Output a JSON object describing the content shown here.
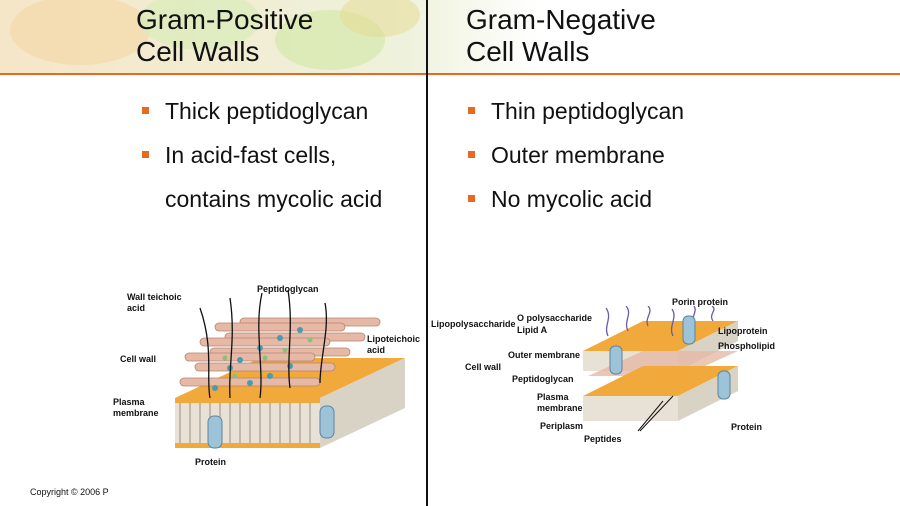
{
  "left": {
    "title_line1": "Gram-Positive",
    "title_line2": "Cell Walls",
    "bullets": [
      "Thick peptidoglycan",
      "In acid-fast cells,",
      "contains mycolic acid"
    ],
    "labels": {
      "peptidoglycan": "Peptidoglycan",
      "wall_teichoic": "Wall teichoic",
      "wall_teichoic2": "acid",
      "lipoteichoic": "Lipoteichoic",
      "lipoteichoic2": "acid",
      "cell_wall": "Cell wall",
      "plasma": "Plasma",
      "plasma2": "membrane",
      "protein": "Protein"
    }
  },
  "right": {
    "title_line1": "Gram-Negative",
    "title_line2": "Cell Walls",
    "bullets": [
      "Thin peptidoglycan",
      "Outer membrane",
      "No mycolic acid"
    ],
    "labels": {
      "porin": "Porin protein",
      "o_poly": "O polysaccharide",
      "lipid_a": "Lipid A",
      "lps": "Lipopolysaccharide",
      "lipoprotein": "Lipoprotein",
      "phospholipid": "Phospholipid",
      "outer_membrane": "Outer membrane",
      "cell_wall": "Cell wall",
      "peptidoglycan": "Peptidoglycan",
      "plasma": "Plasma",
      "plasma2": "membrane",
      "periplasm": "Periplasm",
      "protein": "Protein",
      "peptides": "Peptides"
    }
  },
  "footer": {
    "copyright": "Copyright © 2006 P"
  },
  "colors": {
    "accent": "#e86a1f",
    "membrane": "#f2a93b",
    "rod": "#e6b9a6",
    "protein": "#9cc3d8"
  }
}
